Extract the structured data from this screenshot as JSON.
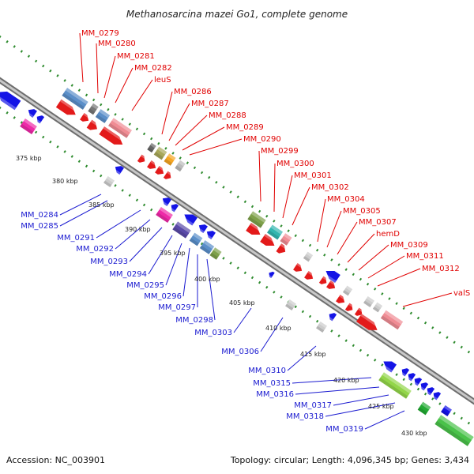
{
  "title": "Methanosarcina mazei Go1, complete genome",
  "footer": {
    "accession": "Accession: NC_003901",
    "summary": "Topology: circular; Length: 4,096,345 bp; Genes: 3,434"
  },
  "colors": {
    "forward_label": "#e00000",
    "reverse_label": "#1a1ad0",
    "backbone": "#8c8c8c",
    "ruler": "#2e8b2e"
  },
  "kbp_labels": [
    "375 kbp",
    "380 kbp",
    "385 kbp",
    "390 kbp",
    "395 kbp",
    "400 kbp",
    "405 kbp",
    "410 kbp",
    "415 kbp",
    "420 kbp",
    "425 kbp",
    "430 kbp"
  ],
  "forward_genes": [
    "MM_0279",
    "MM_0280",
    "MM_0281",
    "MM_0282",
    "leuS",
    "MM_0286",
    "MM_0287",
    "MM_0288",
    "MM_0289",
    "MM_0290",
    "MM_0299",
    "MM_0300",
    "MM_0301",
    "MM_0302",
    "MM_0304",
    "MM_0305",
    "MM_0307",
    "hemD",
    "MM_0309",
    "MM_0311",
    "MM_0312",
    "valS"
  ],
  "reverse_genes": [
    "MM_0284",
    "MM_0285",
    "MM_0291",
    "MM_0292",
    "MM_0293",
    "MM_0294",
    "MM_0295",
    "MM_0296",
    "MM_0297",
    "MM_0298",
    "MM_0303",
    "MM_0306",
    "MM_0310",
    "MM_0315",
    "MM_0316",
    "MM_0317",
    "MM_0318",
    "MM_0319"
  ]
}
